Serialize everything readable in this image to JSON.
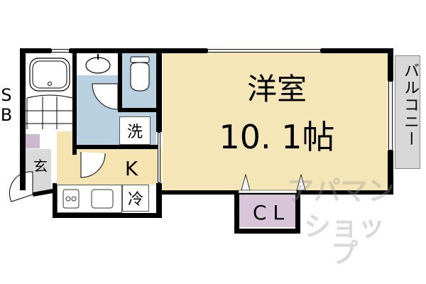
{
  "floorplan": {
    "rooms": {
      "western_room": {
        "name": "洋室",
        "size": "10. 1帖"
      },
      "kitchen": {
        "label": "K"
      },
      "closet": {
        "label": "C L"
      },
      "balcony": {
        "label": "バルコニー"
      },
      "entrance": {
        "label": "玄"
      },
      "bathroom": {
        "label": "S\nB",
        "label_s": "S",
        "label_b": "B"
      }
    },
    "fixtures": {
      "washer": "洗",
      "fridge": "冷"
    },
    "watermark": {
      "line1": "アパマン",
      "line2": "ショップ"
    },
    "colors": {
      "western_room": "#f5e6b8",
      "kitchen": "#f5e3b2",
      "wet_area": "#b8d0e0",
      "closet": "#d9c5d8",
      "balcony": "#d8d8d8",
      "entrance": "#d9d9d9",
      "shoe_box": "#cdb6cf",
      "wall": "#000000"
    }
  }
}
